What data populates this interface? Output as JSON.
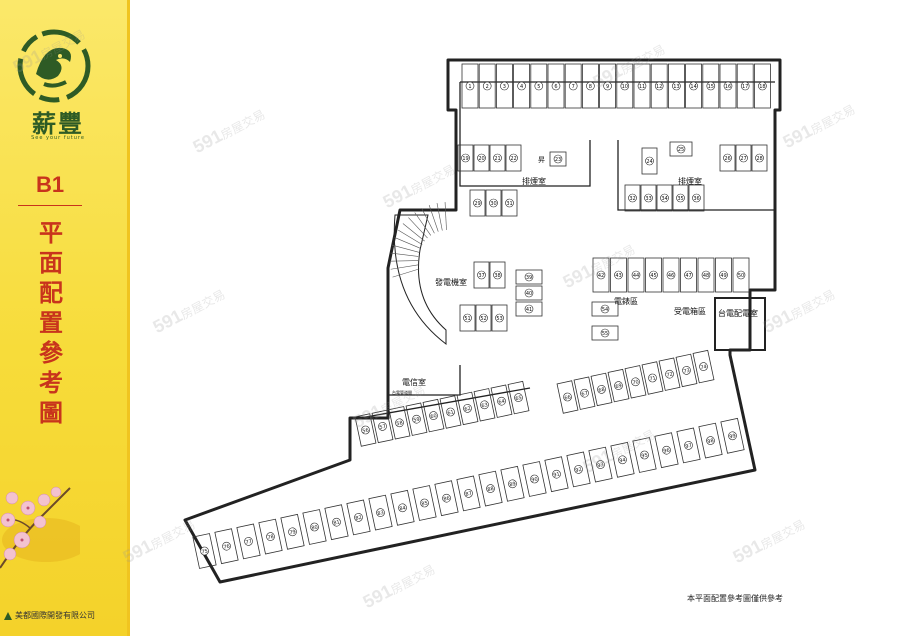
{
  "sidebar": {
    "brand_name": "薪豐",
    "brand_sub": "See your future",
    "floor_label": "B1",
    "title_chars": [
      "平",
      "面",
      "配",
      "置",
      "參",
      "考",
      "圖"
    ],
    "company": "美都國際開發有限公司"
  },
  "plan": {
    "rooms": {
      "stair_hall_left": "排煙室",
      "stair_hall_right": "排煙室",
      "generator": "發電機室",
      "meter": "電錶區",
      "substation": "受電箱區",
      "taipower": "台電配電室",
      "telecom": "電信室",
      "telecom_small": "台電管道間",
      "lift": "昇"
    },
    "spaces_top": [
      "1",
      "2",
      "3",
      "4",
      "5",
      "6",
      "7",
      "8",
      "9",
      "10",
      "11",
      "12",
      "13",
      "14",
      "15",
      "16",
      "17",
      "18"
    ],
    "spaces_core_left": [
      "19",
      "20",
      "21",
      "22",
      "23",
      "29",
      "30",
      "31"
    ],
    "spaces_core_right": [
      "24",
      "25",
      "26",
      "27",
      "28",
      "32",
      "33",
      "34",
      "35",
      "36"
    ],
    "spaces_mid_left": [
      "37",
      "38",
      "39",
      "40",
      "41",
      "51",
      "52",
      "53"
    ],
    "spaces_mid_row": [
      "42",
      "43",
      "44",
      "45",
      "46",
      "47",
      "48",
      "49",
      "50"
    ],
    "spaces_small": [
      "54",
      "55"
    ],
    "spaces_diag_upper": [
      "56",
      "57",
      "58",
      "59",
      "60",
      "61",
      "62",
      "63",
      "64",
      "65",
      "66",
      "67",
      "68",
      "69",
      "70",
      "71",
      "72",
      "73",
      "74"
    ],
    "spaces_diag_lower": [
      "75",
      "76",
      "77",
      "78",
      "79",
      "80",
      "81",
      "82",
      "83",
      "84",
      "85",
      "86",
      "87",
      "88",
      "89",
      "90",
      "91",
      "92",
      "93",
      "94",
      "95",
      "96",
      "97",
      "98",
      "99"
    ]
  },
  "note": "本平面配置參考圖僅供參考",
  "watermark": {
    "number": "591",
    "text": "房屋交易"
  }
}
